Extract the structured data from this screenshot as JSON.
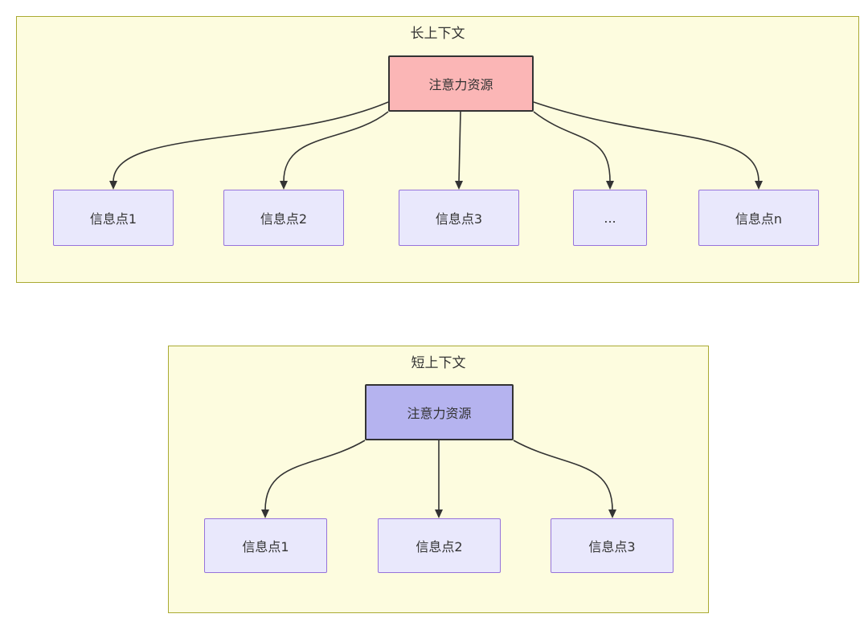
{
  "panels": [
    {
      "title": "长上下文",
      "hub": "注意力资源",
      "spokes": [
        "信息点1",
        "信息点2",
        "信息点3",
        "...",
        "信息点n"
      ]
    },
    {
      "title": "短上下文",
      "hub": "注意力资源",
      "spokes": [
        "信息点1",
        "信息点2",
        "信息点3"
      ]
    }
  ],
  "colors": {
    "panel_bg": "#fdfcdf",
    "panel_border": "#aaaa33",
    "hub_long_bg": "#fbb6b6",
    "hub_short_bg": "#b5b3ef",
    "hub_border": "#333333",
    "spoke_bg": "#e9e8fc",
    "spoke_border": "#9673db",
    "arrow": "#333333",
    "text": "#333333"
  }
}
